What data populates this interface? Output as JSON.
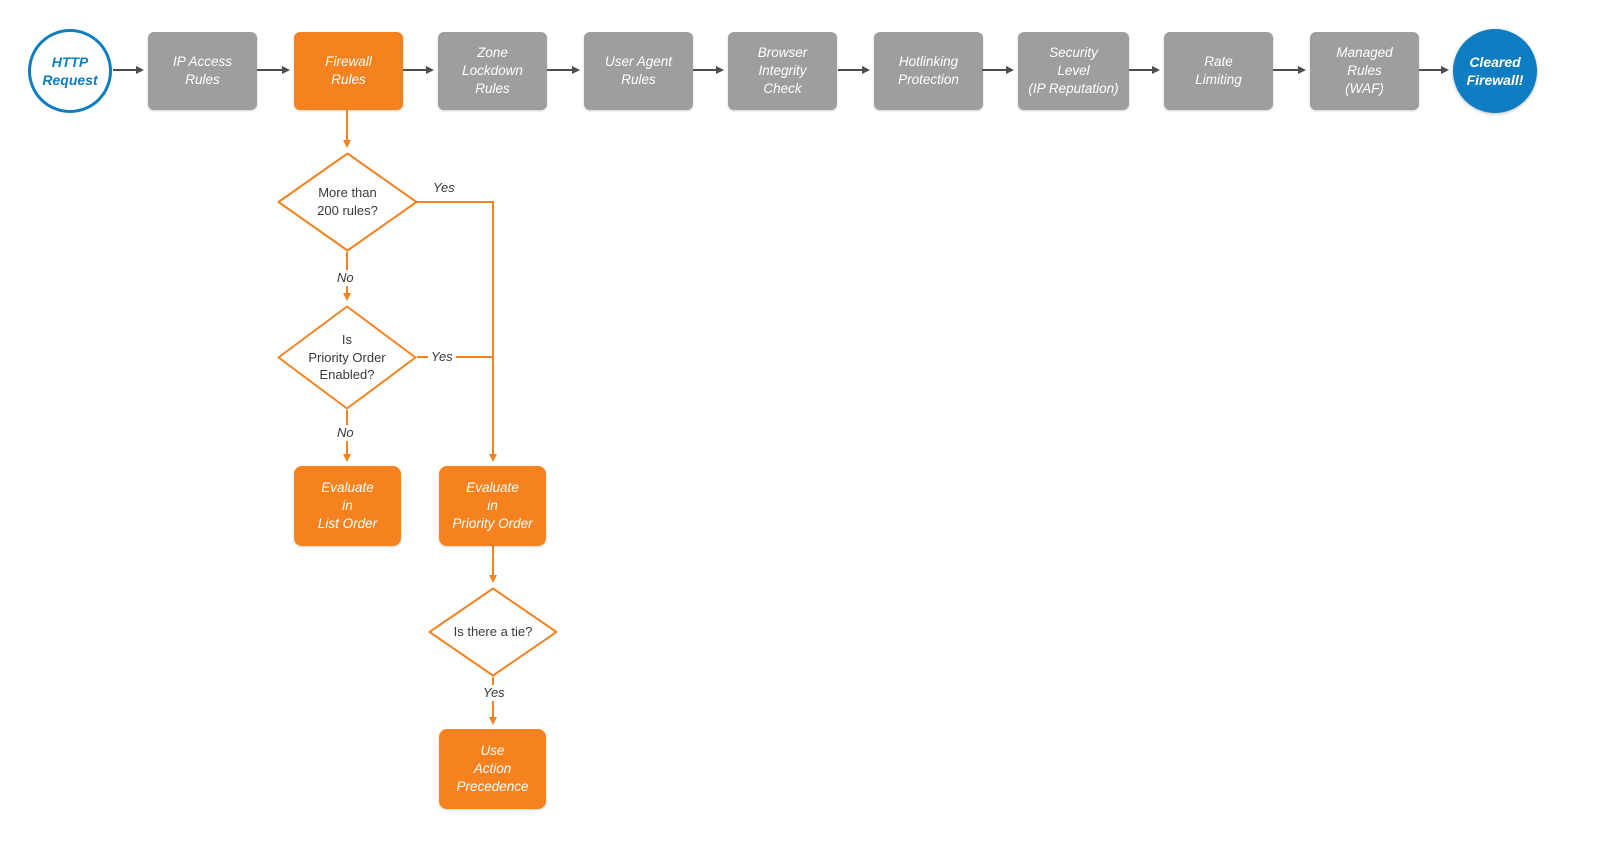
{
  "colors": {
    "blue": "#0e7dc2",
    "orange": "#f6821f",
    "gray": "#9e9e9e",
    "arrow": "#4d4d4d",
    "text-dark": "#3a3a3a"
  },
  "pipeline": {
    "start": {
      "label": "HTTP\nRequest"
    },
    "stages": [
      {
        "label": "IP Access\nRules"
      },
      {
        "label": "Firewall\nRules"
      },
      {
        "label": "Zone\nLockdown\nRules"
      },
      {
        "label": "User Agent\nRules"
      },
      {
        "label": "Browser\nIntegrity\nCheck"
      },
      {
        "label": "Hotlinking\nProtection"
      },
      {
        "label": "Security\nLevel\n(IP Reputation)"
      },
      {
        "label": "Rate\nLimiting"
      },
      {
        "label": "Managed\nRules\n(WAF)"
      }
    ],
    "end": {
      "label": "Cleared\nFirewall!"
    }
  },
  "branch": {
    "decision_rules_count": {
      "label": "More than\n200 rules?"
    },
    "decision_priority_enabled": {
      "label": "Is\nPriority Order\nEnabled?"
    },
    "decision_tie": {
      "label": "Is there a tie?"
    },
    "evaluate_list_order": {
      "label": "Evaluate\nin\nList Order"
    },
    "evaluate_priority_order": {
      "label": "Evaluate\nin\nPriority Order"
    },
    "use_action_precedence": {
      "label": "Use\nAction\nPrecedence"
    },
    "labels": {
      "yes": "Yes",
      "no": "No"
    }
  }
}
